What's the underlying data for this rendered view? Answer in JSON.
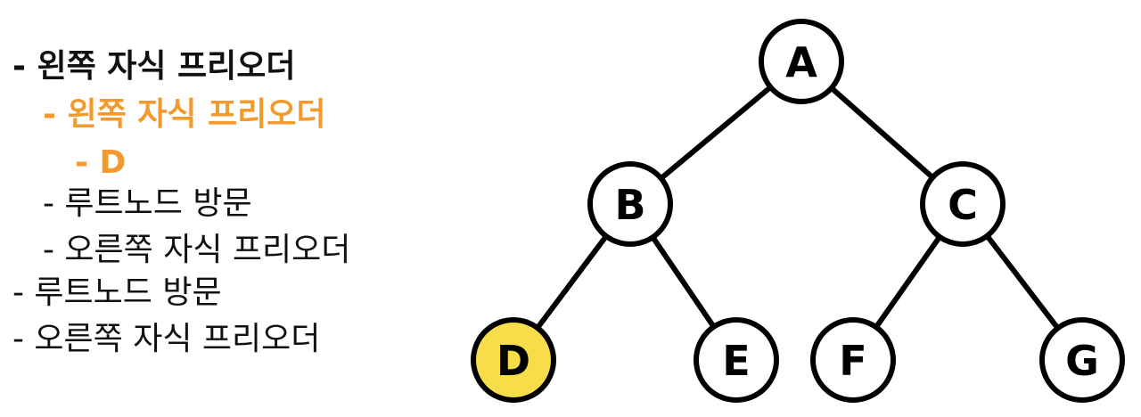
{
  "steps": [
    {
      "text": "- 왼쪽 자식 프리오더",
      "style": "bold"
    },
    {
      "text": "- 왼쪽 자식 프리오더",
      "style": "highlight"
    },
    {
      "text": "- D",
      "style": "highlight"
    },
    {
      "text": "- 루트노드 방문",
      "style": "normal"
    },
    {
      "text": "- 오른쪽 자식 프리오더",
      "style": "normal"
    },
    {
      "text": "- 루트노드 방문",
      "style": "normal"
    },
    {
      "text": "- 오른쪽 자식 프리오더",
      "style": "normal"
    }
  ],
  "tree": {
    "nodes": [
      "A",
      "B",
      "C",
      "D",
      "E",
      "F",
      "G"
    ],
    "edges": [
      [
        "A",
        "B"
      ],
      [
        "A",
        "C"
      ],
      [
        "B",
        "D"
      ],
      [
        "B",
        "E"
      ],
      [
        "C",
        "F"
      ],
      [
        "C",
        "G"
      ]
    ],
    "highlighted_node": "D"
  },
  "colors": {
    "highlight_text": "#f29a2e",
    "highlight_node_fill": "#f7dd4a",
    "node_fill": "#ffffff",
    "stroke": "#000000"
  }
}
